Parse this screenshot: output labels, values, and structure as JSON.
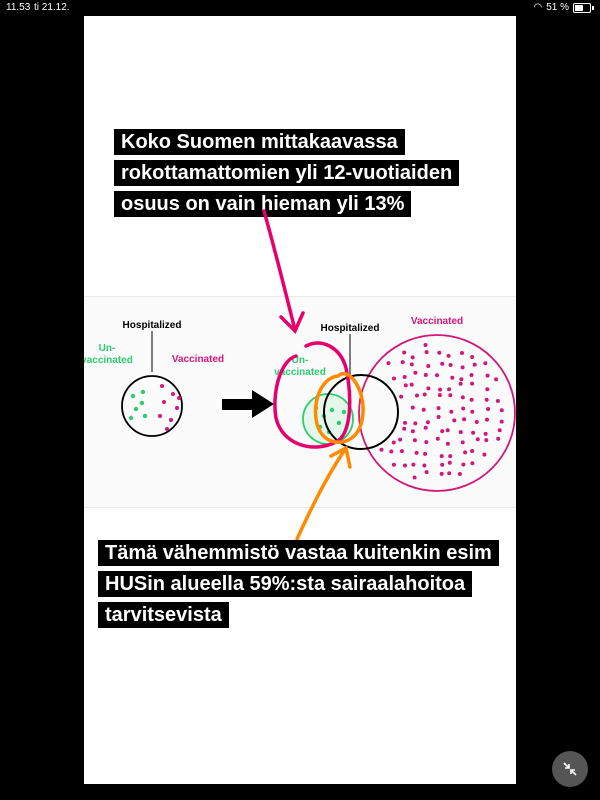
{
  "status_bar": {
    "time": "11.53",
    "date": "ti 21.12.",
    "battery": "51 %"
  },
  "top_caption": "Koko Suomen mittakaavassa rokottamattomien yli 12-vuotiaiden osuus on vain hieman yli 13%",
  "bottom_caption": "Tämä vähemmistö vastaa kuitenkin esim HUSin alueella 59%:sta sairaalahoitoa tarvitsevista",
  "diagram": {
    "left": {
      "hospitalized": "Hospitalized",
      "unvaccinated_1": "Un-",
      "unvaccinated_2": "vaccinated",
      "vaccinated": "Vaccinated"
    },
    "right": {
      "hospitalized": "Hospitalized",
      "unvaccinated_1": "Un-",
      "unvaccinated_2": "vaccinated",
      "vaccinated": "Vaccinated"
    }
  },
  "colors": {
    "green": "#2ecc71",
    "magenta": "#d2177a",
    "annot_pink": "#e6006e",
    "annot_orange": "#ff8a00"
  },
  "icons": {
    "arrow": "right-arrow-icon",
    "exit_fullscreen": "exit-fullscreen-icon"
  }
}
